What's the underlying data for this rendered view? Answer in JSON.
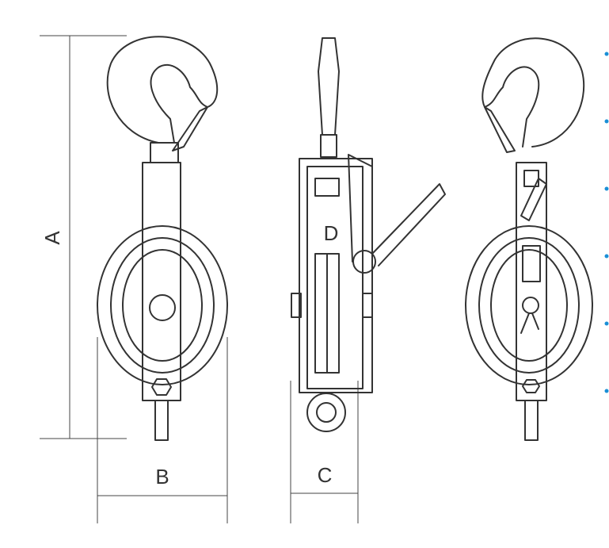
{
  "diagram": {
    "labels": {
      "a": "A",
      "b": "B",
      "c": "C",
      "d": "D"
    },
    "bullet_color": "#1a8fd6",
    "line_color": "#333333"
  }
}
